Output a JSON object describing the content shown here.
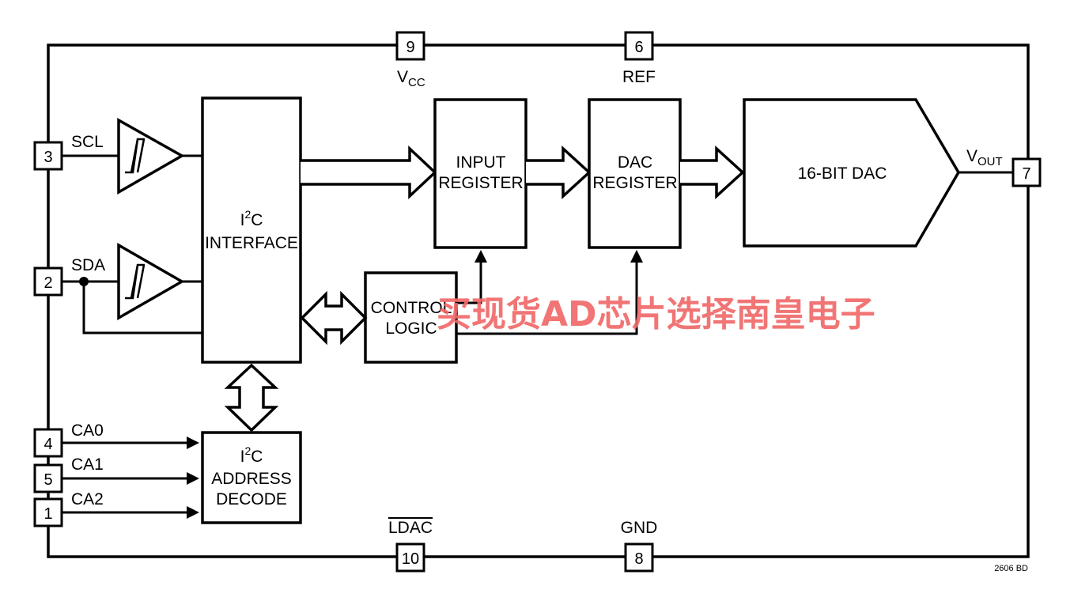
{
  "pins": {
    "vcc": "9",
    "ref": "6",
    "scl": "3",
    "sda": "2",
    "vout": "7",
    "ca0": "4",
    "ca1": "5",
    "ca2": "1",
    "ldac": "10",
    "gnd": "8"
  },
  "signals": {
    "vcc_main": "V",
    "vcc_sub": "CC",
    "ref": "REF",
    "scl": "SCL",
    "sda": "SDA",
    "vout_main": "V",
    "vout_sub": "OUT",
    "ca0": "CA0",
    "ca1": "CA1",
    "ca2": "CA2",
    "ldac": "LDAC",
    "gnd": "GND"
  },
  "blocks": {
    "i2c_interface": {
      "line1_main": "I",
      "line1_sup": "2",
      "line1_end": "C",
      "line2": "INTERFACE"
    },
    "input_register": {
      "line1": "INPUT",
      "line2": "REGISTER"
    },
    "dac_register": {
      "line1": "DAC",
      "line2": "REGISTER"
    },
    "dac": {
      "label": "16-BIT DAC"
    },
    "control_logic": {
      "line1": "CONTROL",
      "line2": "LOGIC"
    },
    "address_decode": {
      "line1_main": "I",
      "line1_sup": "2",
      "line1_end": "C",
      "line2": "ADDRESS",
      "line3": "DECODE"
    }
  },
  "figure_id": "2606 BD",
  "watermark": "买现货AD芯片选择南皇电子"
}
